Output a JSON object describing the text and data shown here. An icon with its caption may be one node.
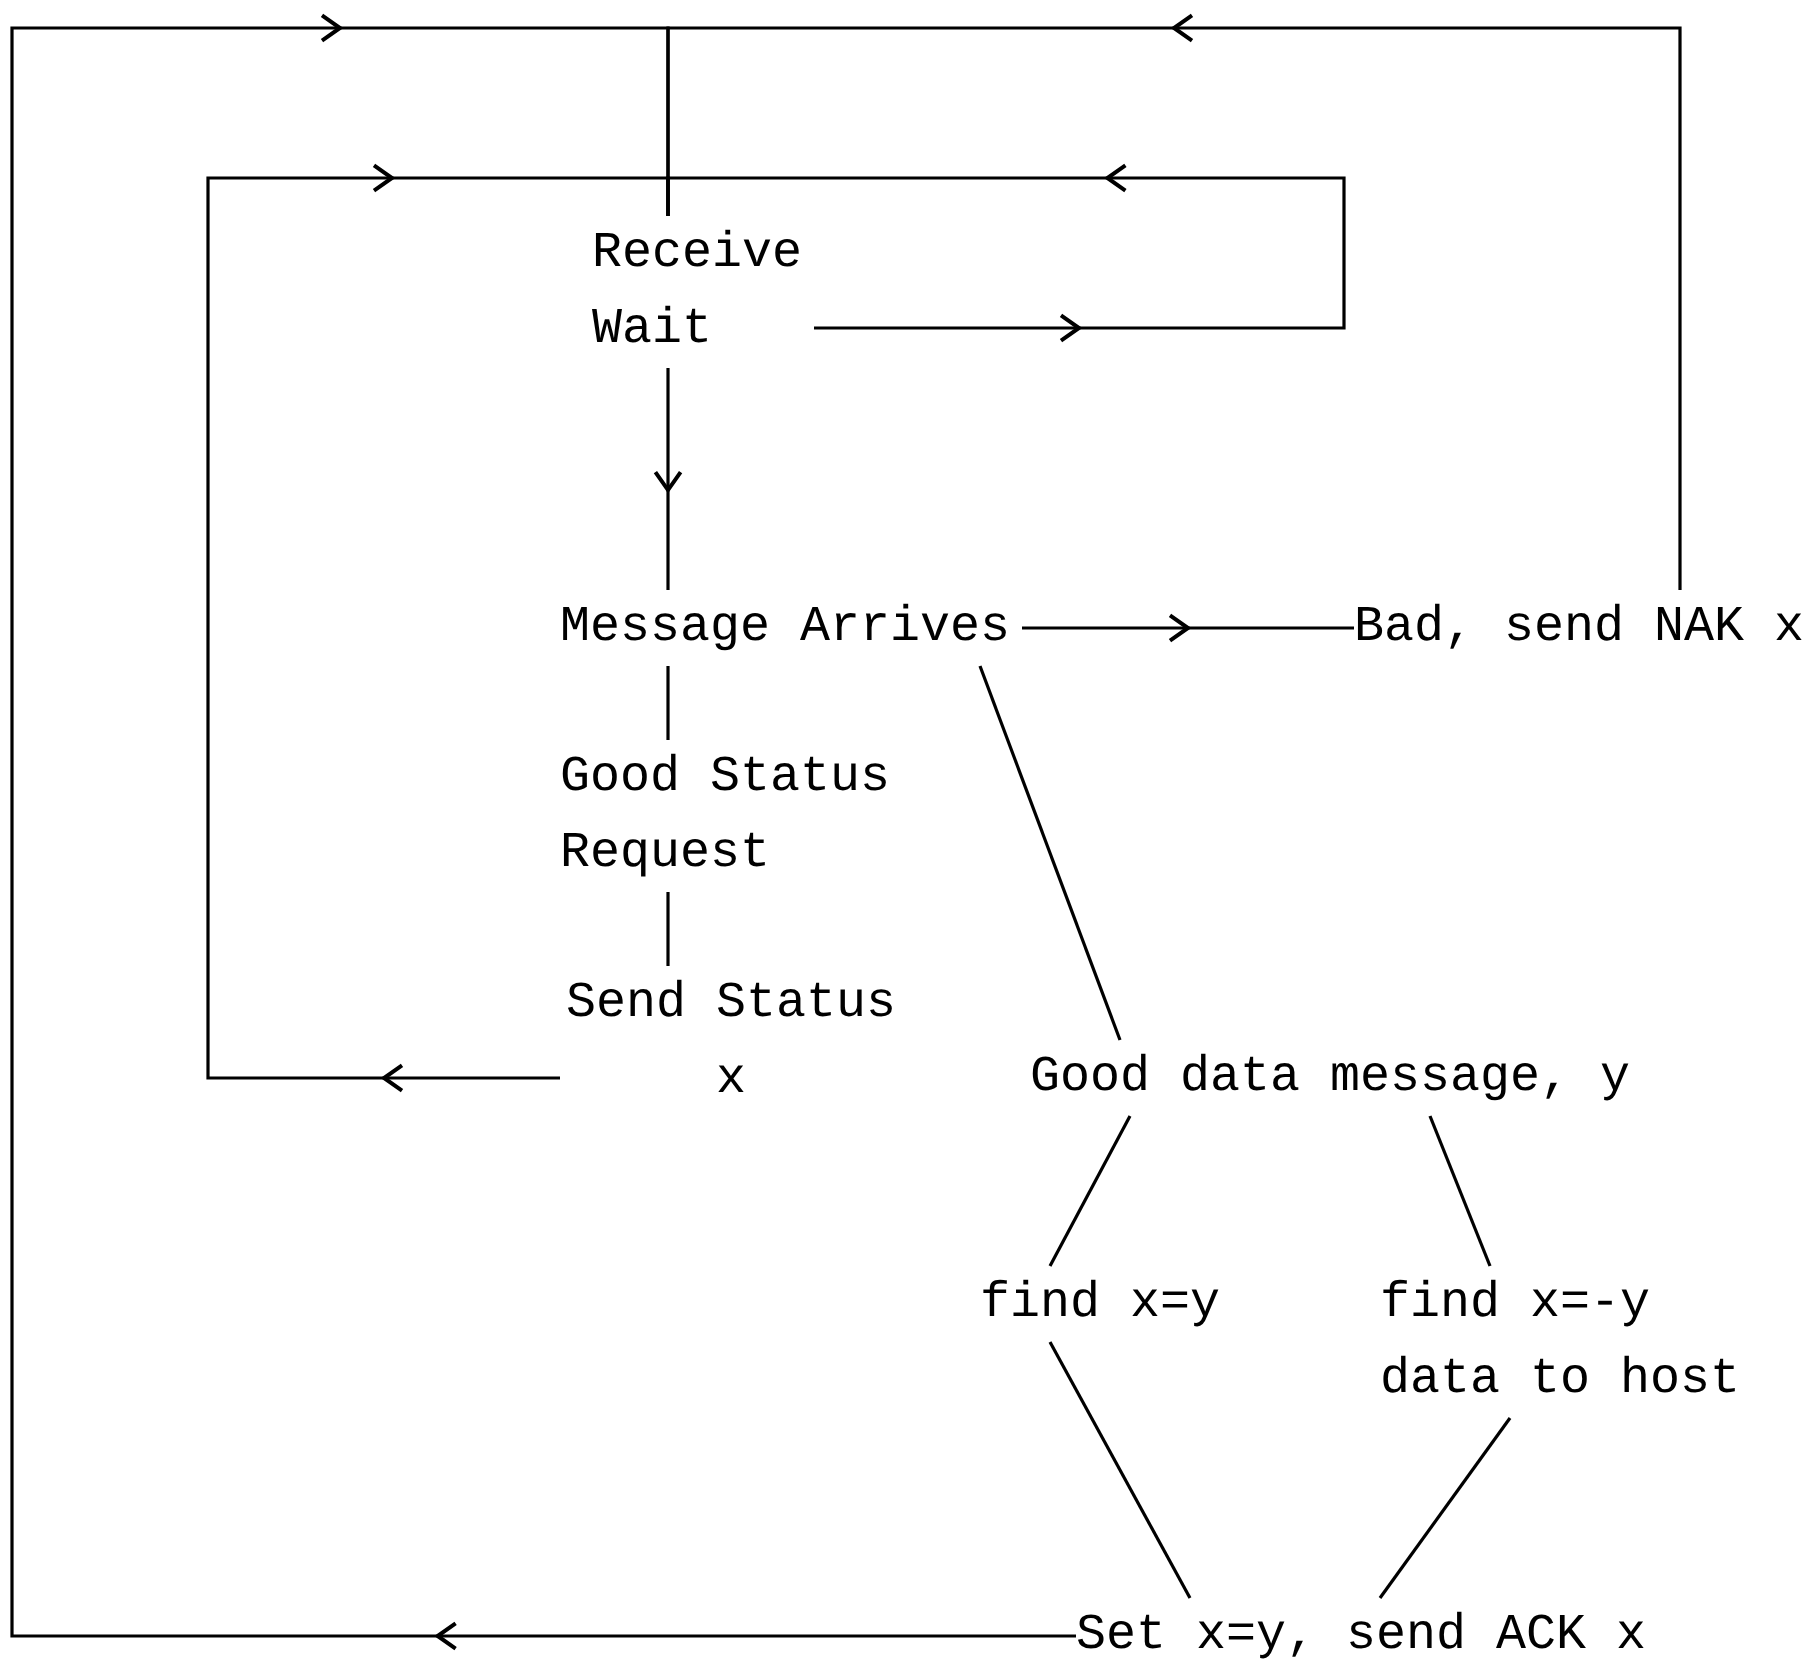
{
  "diagram": {
    "nodes": [
      {
        "text": [
          "Receive Wait"
        ]
      },
      {
        "text": [
          "Message Arrives"
        ]
      },
      {
        "text": [
          "Bad, send NAK x"
        ]
      },
      {
        "text": [
          "Good Status Request"
        ]
      },
      {
        "text": [
          "Send Status x"
        ]
      },
      {
        "text": [
          "Good data message, y"
        ]
      },
      {
        "text": [
          "find x=y"
        ]
      },
      {
        "text": [
          "find x=-y data to host"
        ]
      },
      {
        "text": [
          "Set x=y, send ACK x"
        ]
      }
    ],
    "edges": [
      {
        "from": 0,
        "to": 1,
        "arrow": "to"
      },
      {
        "from": 0,
        "to": 0,
        "arrow": "to"
      },
      {
        "from": 1,
        "to": 2,
        "arrow": "to"
      },
      {
        "from": 2,
        "to": 0,
        "arrow": "to"
      },
      {
        "from": 1,
        "to": 3,
        "arrow": "none"
      },
      {
        "from": 3,
        "to": 4,
        "arrow": "none"
      },
      {
        "from": 4,
        "to": 0,
        "arrow": "to"
      },
      {
        "from": 1,
        "to": 5,
        "arrow": "none"
      },
      {
        "from": 5,
        "to": 6,
        "arrow": "none"
      },
      {
        "from": 5,
        "to": 7,
        "arrow": "none"
      },
      {
        "from": 6,
        "to": 8,
        "arrow": "none"
      },
      {
        "from": 7,
        "to": 8,
        "arrow": "none"
      },
      {
        "from": 8,
        "to": 0,
        "arrow": "to"
      }
    ]
  }
}
